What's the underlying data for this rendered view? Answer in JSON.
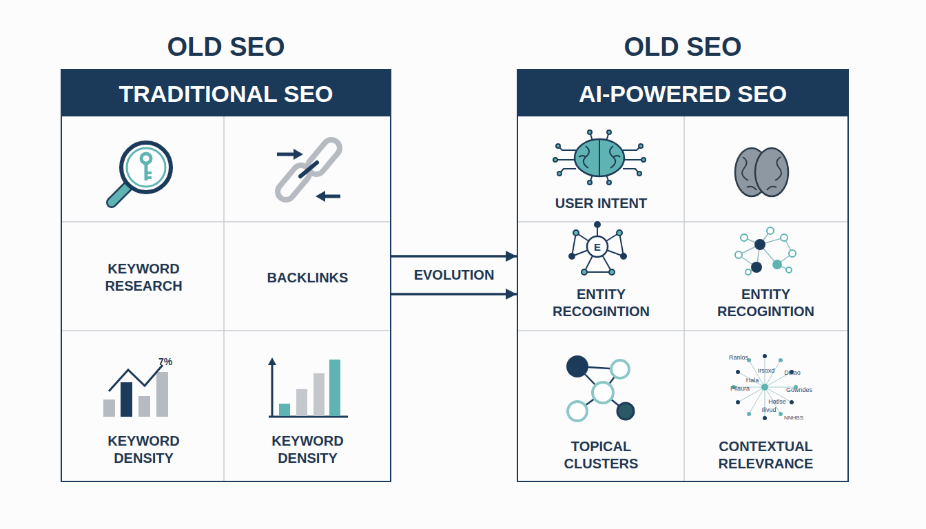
{
  "diagram": {
    "nodes": [
      {
        "text": [
          "OLD SEO"
        ]
      },
      {
        "text": [
          "TRADITIONAL SEO"
        ],
        "in": 0
      },
      {
        "text": [
          "KEYWORD RESEARCH"
        ],
        "in": 0
      },
      {
        "text": [
          "BACKLINKS"
        ],
        "in": 0
      },
      {
        "text": [
          "KEYWORD DENSITY"
        ],
        "in": 0
      },
      {
        "text": [
          "KEYWORD DENSITY"
        ],
        "in": 0
      },
      {
        "text": [
          "OLD SEO"
        ]
      },
      {
        "text": [
          "AI-POWERED SEO"
        ],
        "in": 6
      },
      {
        "text": [
          "USER INTENT"
        ],
        "in": 6
      },
      {
        "text": [
          "ENTITY RECOGINTION"
        ],
        "in": 6
      },
      {
        "text": [
          "ENTITY RECOGINTION"
        ],
        "in": 6
      },
      {
        "text": [
          "TOPICAL CLUSTERS"
        ],
        "in": 6
      },
      {
        "text": [
          "CONTEXTUAL RELEVRANCE"
        ],
        "in": 6
      }
    ],
    "edges": [
      {
        "from": 0,
        "to": 6,
        "arrow": "to",
        "label": "EVOLUTION"
      },
      {
        "from": 0,
        "to": 6,
        "arrow": "to"
      }
    ],
    "labels": [
      "7%",
      "E",
      "Ranlos",
      "Irsoxd",
      "Duiao",
      "Hala",
      "Pilaura",
      "Gowndes",
      "Hatlse",
      "Ilivud",
      "NNHBS"
    ]
  }
}
